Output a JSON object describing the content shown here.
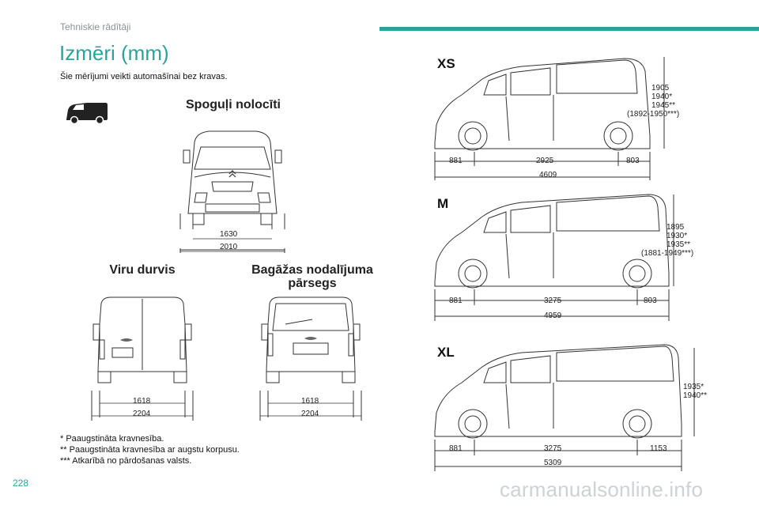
{
  "page": {
    "section_label": "Tehniskie rādītāji",
    "title": "Izmēri (mm)",
    "intro": "Šie mērījumi veikti automašīnai bez kravas.",
    "page_number": "228",
    "watermark": "carmanualsonline.info"
  },
  "front": {
    "heading": "Spoguļi nolocīti",
    "track": "1630",
    "width": "2010"
  },
  "side_door": {
    "heading": "Viru durvis",
    "track": "1618",
    "width": "2204"
  },
  "tailgate": {
    "heading_line1": "Bagāžas nodalījuma",
    "heading_line2": "pārsegs",
    "track": "1618",
    "width": "2204"
  },
  "models": [
    {
      "name": "XS",
      "heights": [
        "1905",
        "1940*",
        "1945**",
        "(1892-1950***)"
      ],
      "front_overhang": "881",
      "wheelbase": "2925",
      "rear_overhang": "803",
      "length": "4609"
    },
    {
      "name": "M",
      "heights": [
        "1895",
        "1930*",
        "1935**",
        "(1881-1949***)"
      ],
      "front_overhang": "881",
      "wheelbase": "3275",
      "rear_overhang": "803",
      "length": "4959"
    },
    {
      "name": "XL",
      "heights": [
        "1935*",
        "1940**"
      ],
      "front_overhang": "881",
      "wheelbase": "3275",
      "rear_overhang": "1153",
      "length": "5309"
    }
  ],
  "footnotes": [
    "* Paaugstināta kravnesība.",
    "** Paaugstināta kravnesība ar augstu korpusu.",
    "*** Atkarībā no pārdošanas valsts."
  ]
}
